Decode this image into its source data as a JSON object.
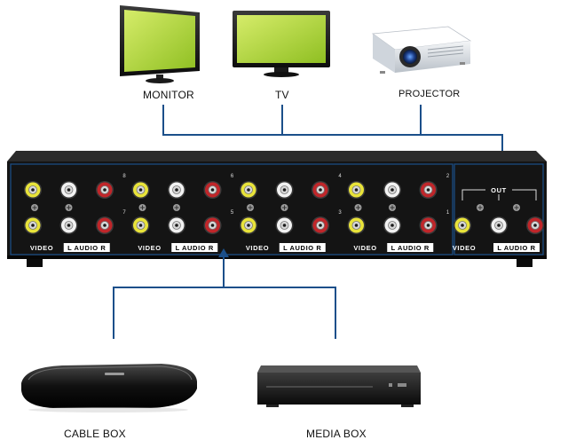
{
  "devices": {
    "monitor": "MONITOR",
    "tv": "TV",
    "projector": "PROJECTOR",
    "cable_box": "CABLE BOX",
    "media_box": "MEDIA BOX"
  },
  "switch": {
    "out_label": "OUT",
    "video_label": "VIDEO",
    "audio_label": "L AUDIO R",
    "group_numbers_top": [
      "8",
      "6",
      "4",
      "2"
    ],
    "group_numbers_bottom": [
      "7",
      "5",
      "3",
      "1"
    ]
  },
  "colors": {
    "line": "#1b4f8a",
    "panel": "#151515",
    "video_jack": "#e8e33a",
    "white_jack": "#f2f2f2",
    "red_jack": "#c0262a",
    "screen": "#b5d93a"
  }
}
